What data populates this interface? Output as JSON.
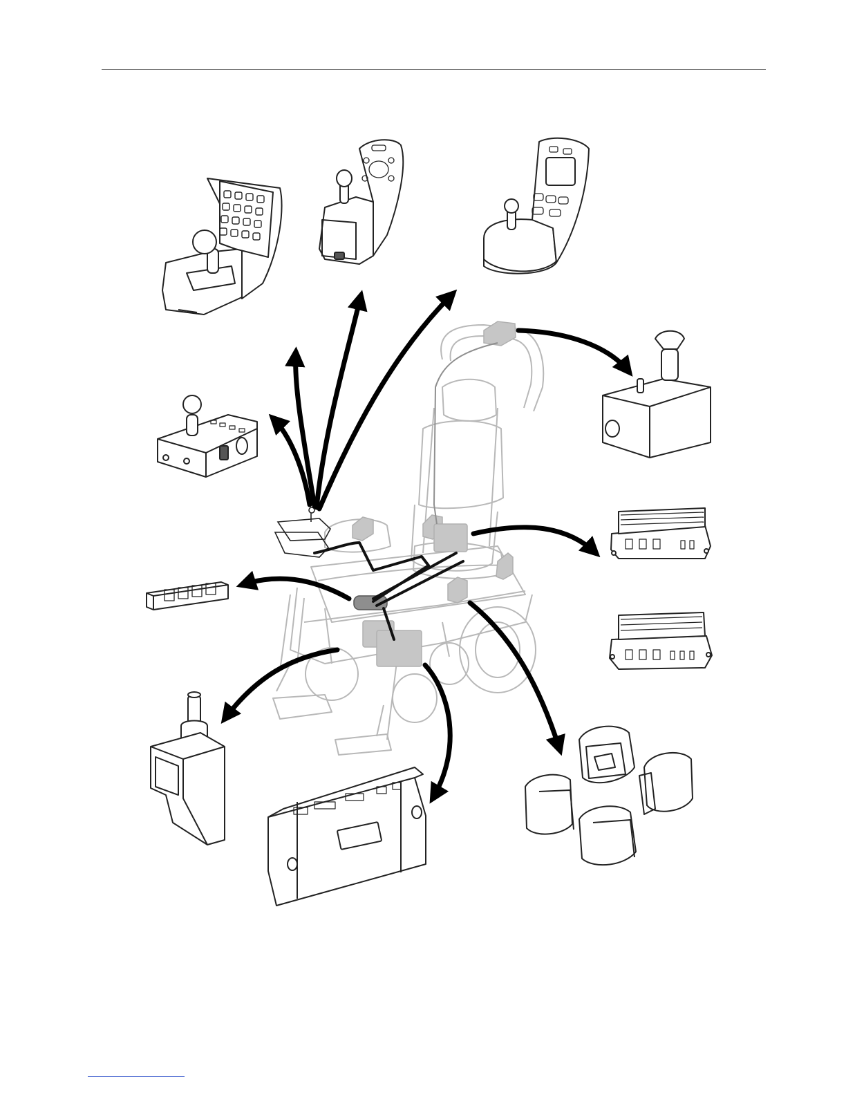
{
  "colors": {
    "line": "#222222",
    "chair_line": "#b8b8b8",
    "module_fill": "#c6c6c6",
    "cable": "#111111",
    "arrow": "#000000",
    "rule_top": "#777777",
    "rule_bottom": "#3355cc"
  },
  "components": [
    {
      "id": "keypad-joystick",
      "icon": "keypad-joystick-icon"
    },
    {
      "id": "joystick-remote",
      "icon": "joystick-remote-icon"
    },
    {
      "id": "display-remote",
      "icon": "display-remote-icon"
    },
    {
      "id": "compact-joystick-box",
      "icon": "compact-joystick-box-icon"
    },
    {
      "id": "attendant-joystick-box",
      "icon": "attendant-joystick-box-icon"
    },
    {
      "id": "switch-strip",
      "icon": "switch-strip-icon"
    },
    {
      "id": "actuator-module-a",
      "icon": "actuator-module-icon"
    },
    {
      "id": "actuator-module-b",
      "icon": "actuator-module-icon"
    },
    {
      "id": "chin-control",
      "icon": "chin-control-icon"
    },
    {
      "id": "power-module",
      "icon": "power-module-icon"
    },
    {
      "id": "switch-pads",
      "icon": "switch-pads-icon"
    },
    {
      "id": "wheelchair",
      "icon": "wheelchair-icon"
    }
  ]
}
